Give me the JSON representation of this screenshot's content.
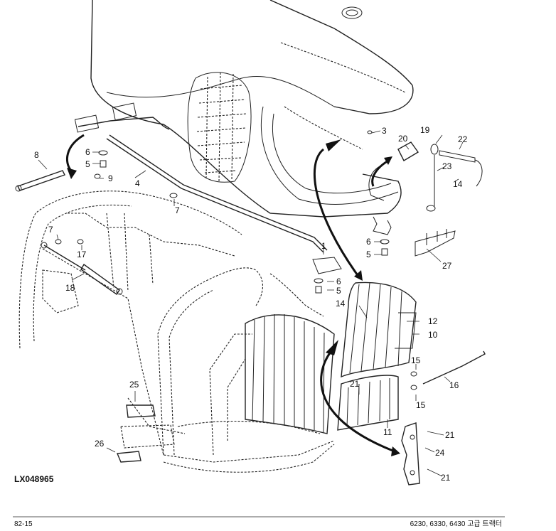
{
  "callouts": [
    {
      "key": "c1",
      "text": "1"
    },
    {
      "key": "c3",
      "text": "3"
    },
    {
      "key": "c4",
      "text": "4"
    },
    {
      "key": "c5a",
      "text": "5"
    },
    {
      "key": "c5b",
      "text": "5"
    },
    {
      "key": "c5c",
      "text": "5"
    },
    {
      "key": "c6a",
      "text": "6"
    },
    {
      "key": "c6b",
      "text": "6"
    },
    {
      "key": "c6c",
      "text": "6"
    },
    {
      "key": "c7a",
      "text": "7"
    },
    {
      "key": "c7b",
      "text": "7"
    },
    {
      "key": "c8",
      "text": "8"
    },
    {
      "key": "c9",
      "text": "9"
    },
    {
      "key": "c10",
      "text": "10"
    },
    {
      "key": "c11",
      "text": "11"
    },
    {
      "key": "c12",
      "text": "12"
    },
    {
      "key": "c14a",
      "text": "14"
    },
    {
      "key": "c14b",
      "text": "14"
    },
    {
      "key": "c15a",
      "text": "15"
    },
    {
      "key": "c15b",
      "text": "15"
    },
    {
      "key": "c16",
      "text": "16"
    },
    {
      "key": "c17",
      "text": "17"
    },
    {
      "key": "c18",
      "text": "18"
    },
    {
      "key": "c19",
      "text": "19"
    },
    {
      "key": "c20",
      "text": "20"
    },
    {
      "key": "c21a",
      "text": "21"
    },
    {
      "key": "c21b",
      "text": "21"
    },
    {
      "key": "c21c",
      "text": "21"
    },
    {
      "key": "c22",
      "text": "22"
    },
    {
      "key": "c23",
      "text": "23"
    },
    {
      "key": "c24",
      "text": "24"
    },
    {
      "key": "c25",
      "text": "25"
    },
    {
      "key": "c26",
      "text": "26"
    },
    {
      "key": "c27",
      "text": "27"
    }
  ],
  "figure_ref": "LX048965",
  "footer": {
    "page": "82-15",
    "model": "6230, 6330, 6430 고급 트랙터"
  }
}
